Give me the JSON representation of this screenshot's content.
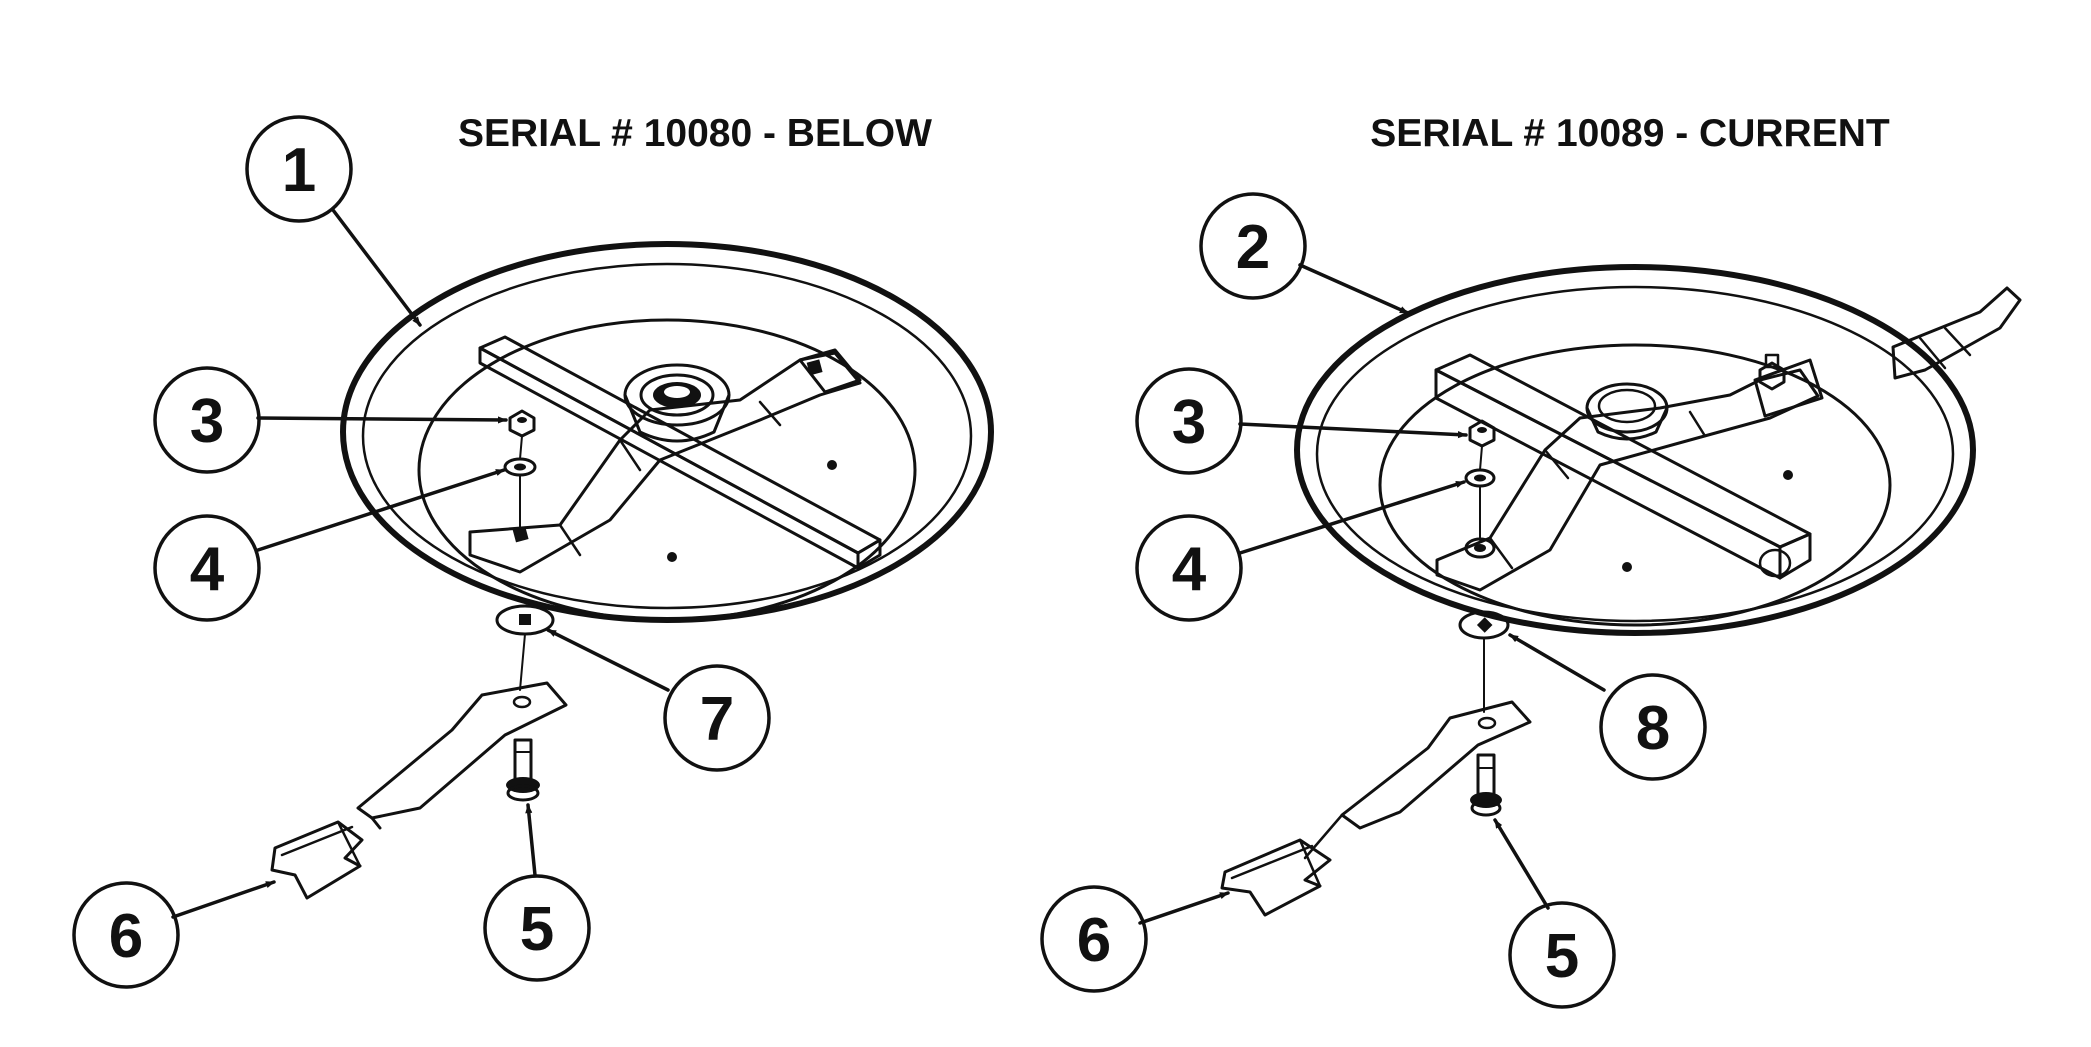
{
  "titles": {
    "left": "SERIAL # 10080 - BELOW",
    "right": "SERIAL # 10089 - CURRENT"
  },
  "callouts": {
    "left": [
      "1",
      "3",
      "4",
      "7",
      "6",
      "5"
    ],
    "right": [
      "2",
      "3",
      "4",
      "8",
      "6",
      "5"
    ]
  }
}
